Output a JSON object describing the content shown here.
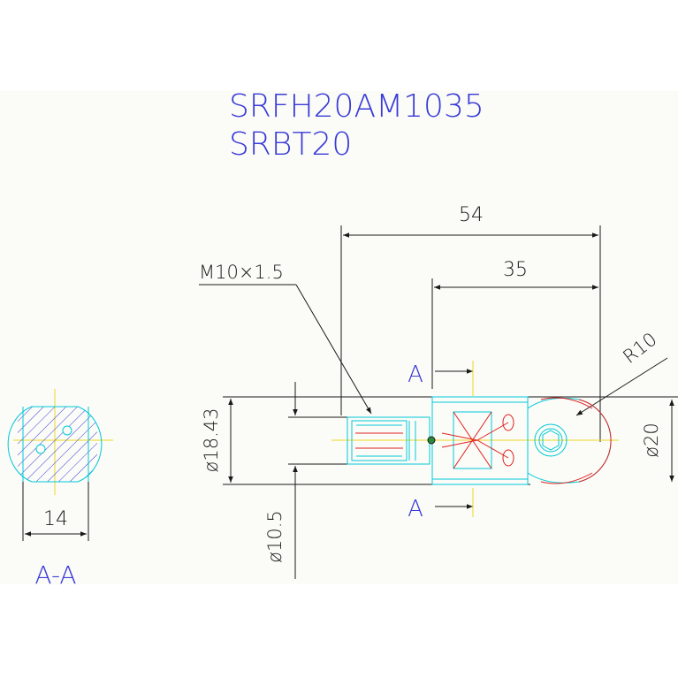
{
  "title": {
    "part_number": "SRFH20AM1035",
    "sub_part": "SRBT20"
  },
  "dimensions": {
    "total_length": "54",
    "length_35": "35",
    "thread": "M10×1.5",
    "radius": "R10",
    "diameter_18": "ø18.43",
    "diameter_10": "ø10.5",
    "diameter_20": "ø20",
    "section_width": "14"
  },
  "section": {
    "marker_top": "A",
    "marker_bottom": "A",
    "label": "A-A"
  },
  "colors": {
    "dimension": "#1a1a1a",
    "text_blue": "#3a3ad8",
    "part_outline": "#00c8d8",
    "red": "#e02020",
    "center": "#e8d820",
    "hatch": "#3a3ad8"
  }
}
